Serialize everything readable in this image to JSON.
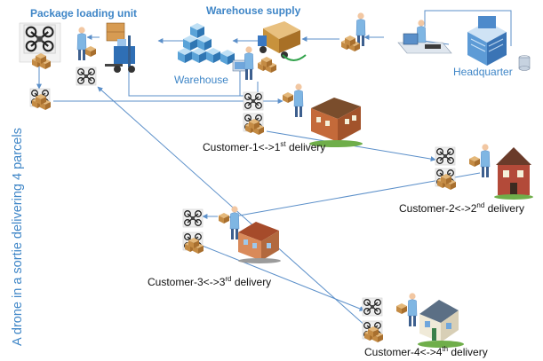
{
  "labels": {
    "package_loading_unit": "Package loading unit",
    "warehouse_supply": "Warehouse supply",
    "warehouse": "Warehouse",
    "headquarter": "Headquarter",
    "vertical_caption": "A drone in a sortie delivering 4 parcels"
  },
  "customers": [
    {
      "prefix": "Customer-1<->1",
      "ordinal": "st",
      "suffix": " delivery"
    },
    {
      "prefix": "Customer-2<->2",
      "ordinal": "nd",
      "suffix": " delivery"
    },
    {
      "prefix": "Customer-3<->3",
      "ordinal": "rd",
      "suffix": " delivery"
    },
    {
      "prefix": "Customer-4<->4",
      "ordinal": "th",
      "suffix": " delivery"
    }
  ],
  "colors": {
    "label_blue": "#3f86c7",
    "line_blue": "#5b8fc9",
    "text_dark": "#111111"
  },
  "icons": [
    "drone-icon",
    "person-icon",
    "house-icon",
    "warehouse-boxes-icon",
    "forklift-icon",
    "computer-desk-icon",
    "headquarter-building-icon",
    "parcel-icon",
    "delivery-truck-icon",
    "database-icon"
  ]
}
